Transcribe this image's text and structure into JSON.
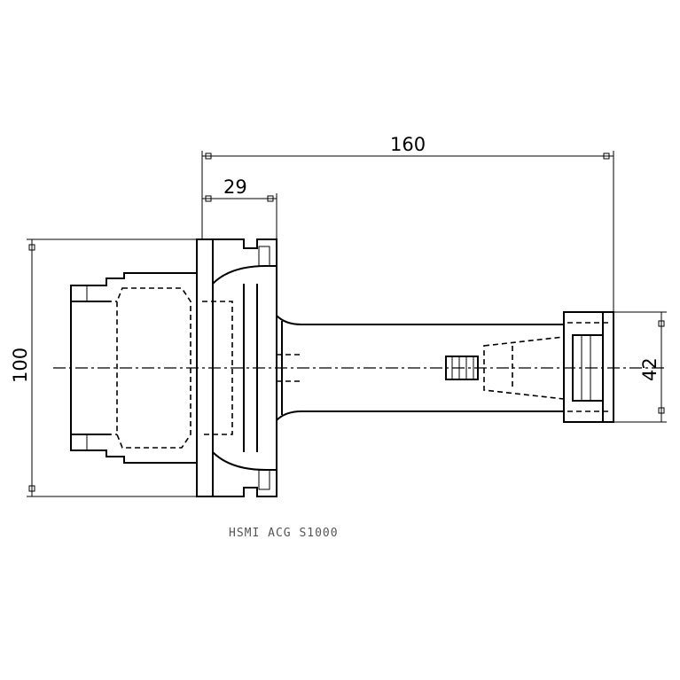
{
  "dimensions": {
    "overall_length": "160",
    "flange_length": "29",
    "body_diameter": "100",
    "nut_diameter": "42"
  },
  "caption": "HSMI   ACG  S1000"
}
